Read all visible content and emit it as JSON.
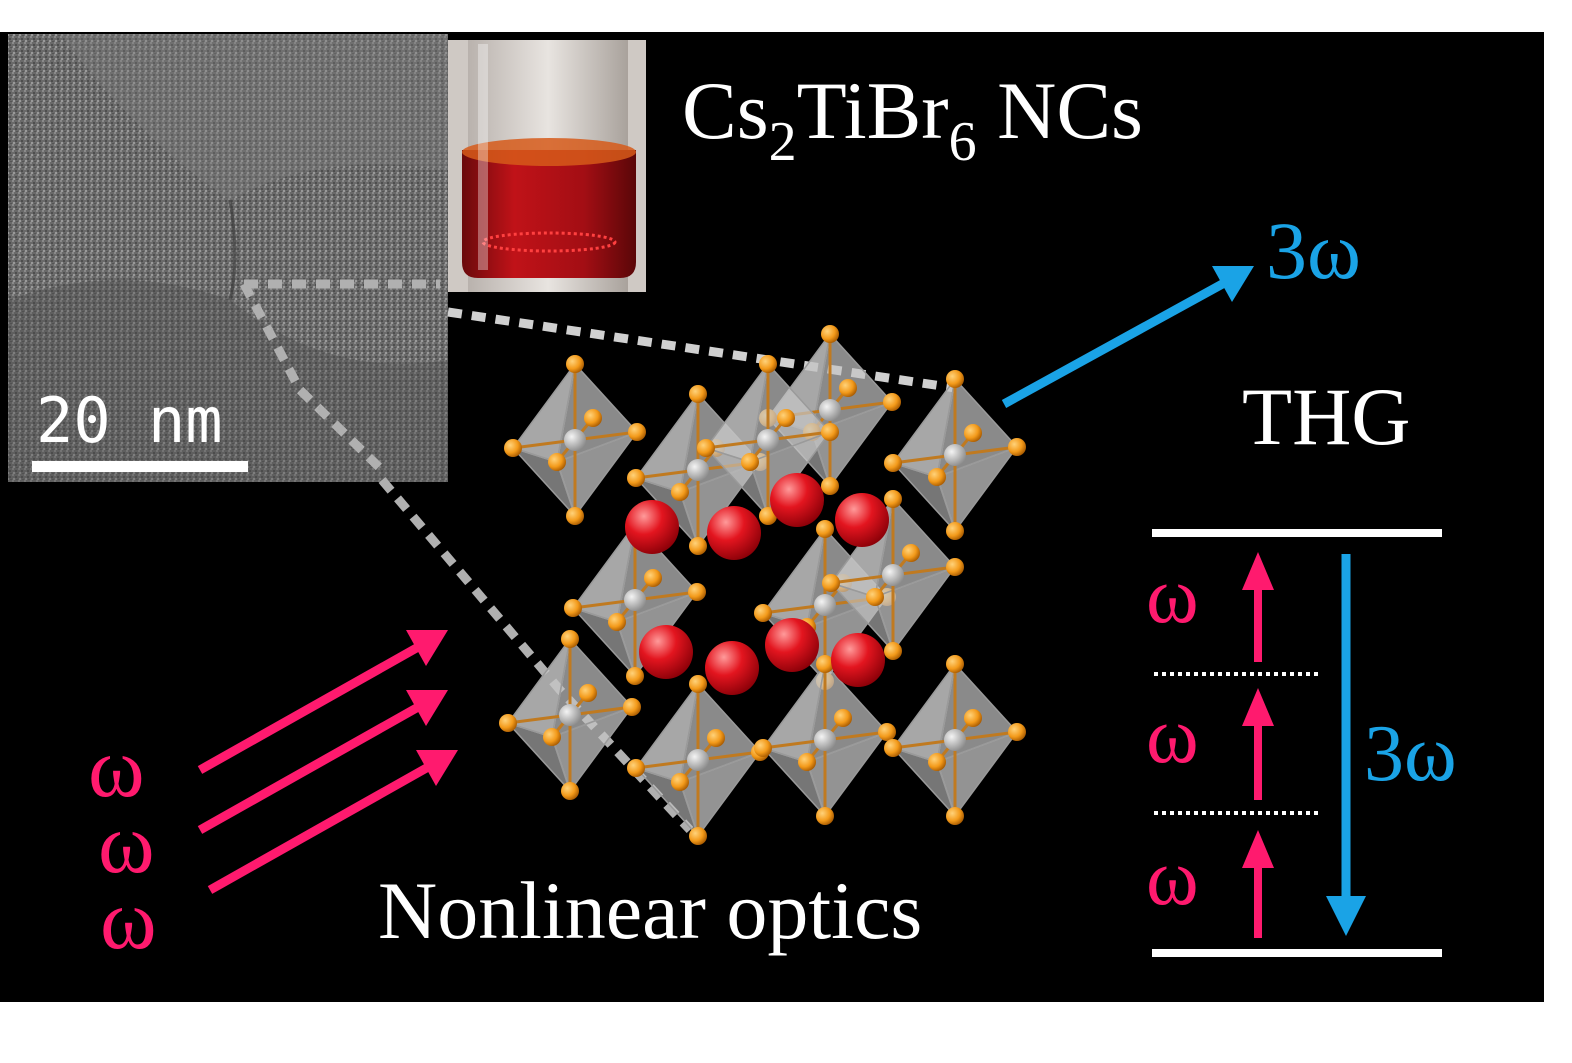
{
  "title": {
    "prefix": "Cs",
    "sub1": "2",
    "mid": "TiBr",
    "sub2": "6",
    "suffix": " NCs"
  },
  "tem": {
    "scale_label": "20 nm"
  },
  "output_label": "3ω",
  "process_label": "THG",
  "input_labels": [
    "ω",
    "ω",
    "ω"
  ],
  "caption": "Nonlinear optics",
  "energy_diagram": {
    "photon_labels": [
      "ω",
      "ω",
      "ω"
    ],
    "output_label": "3ω"
  },
  "colors": {
    "input": "#ff1a6e",
    "output": "#1aa3e6",
    "background": "#000000",
    "octahedron": "#bfbfbf",
    "br_atom": "#f39a1a",
    "cs_atom": "#e3151f"
  }
}
